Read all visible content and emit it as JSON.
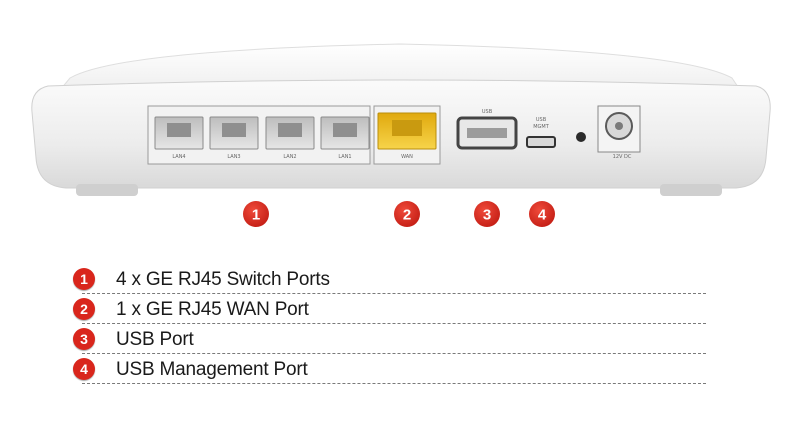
{
  "device": {
    "ports": {
      "lan4": "LAN4",
      "lan3": "LAN3",
      "lan2": "LAN2",
      "lan1": "LAN1",
      "wan": "WAN",
      "usb": "USB",
      "usb_mgmt_line1": "USB",
      "usb_mgmt_line2": "MGMT",
      "power": "12V DC"
    },
    "colors": {
      "wan_port": "#f1c21b",
      "callout": "#d9261c"
    }
  },
  "callouts": [
    "1",
    "2",
    "3",
    "4"
  ],
  "legend": [
    {
      "number": "1",
      "text": "4 x GE RJ45 Switch Ports"
    },
    {
      "number": "2",
      "text": "1 x GE RJ45 WAN Port"
    },
    {
      "number": "3",
      "text": "USB Port"
    },
    {
      "number": "4",
      "text": "USB Management Port"
    }
  ]
}
